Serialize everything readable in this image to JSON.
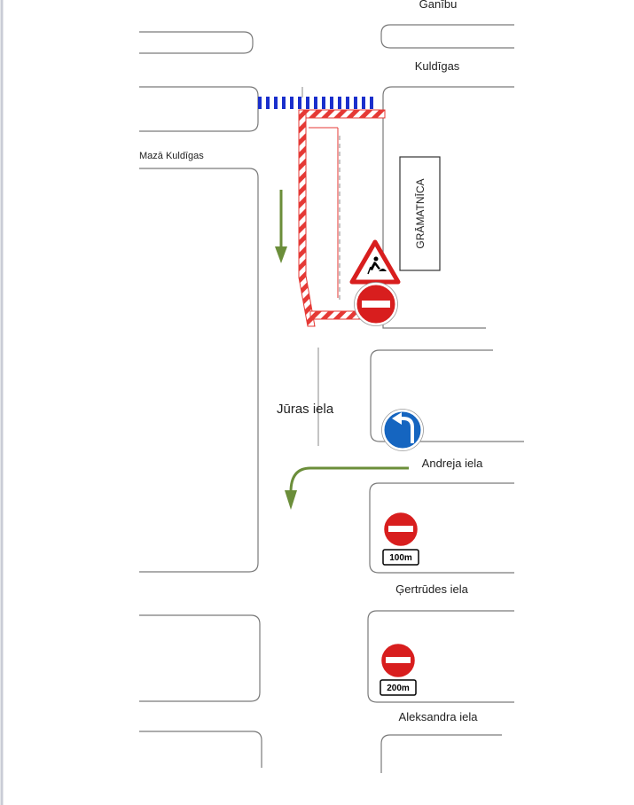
{
  "streets": {
    "ganibu": "Ganību",
    "kuldigas": "Kuldīgas",
    "maza_kuldigas": "Mazā Kuldīgas",
    "juras": "Jūras iela",
    "andreja": "Andreja iela",
    "gertrudes": "Ģertrūdes iela",
    "aleksandra": "Aleksandra iela"
  },
  "buildings": {
    "gramatnica": "GRĀMATNĪCA"
  },
  "signs": {
    "distance_1": "100m",
    "distance_2": "200m"
  },
  "colors": {
    "road_outline": "#7a7a7a",
    "barrier_red": "#e53935",
    "closure_blue": "#1a2fcc",
    "detour_green": "#6b8e3a",
    "sign_red": "#d81e1e",
    "sign_blue": "#1565c0"
  },
  "icons": {
    "roadwork": "roadwork-warning-sign-icon",
    "no_entry": "no-entry-sign-icon",
    "turn_left": "mandatory-turn-left-sign-icon"
  }
}
